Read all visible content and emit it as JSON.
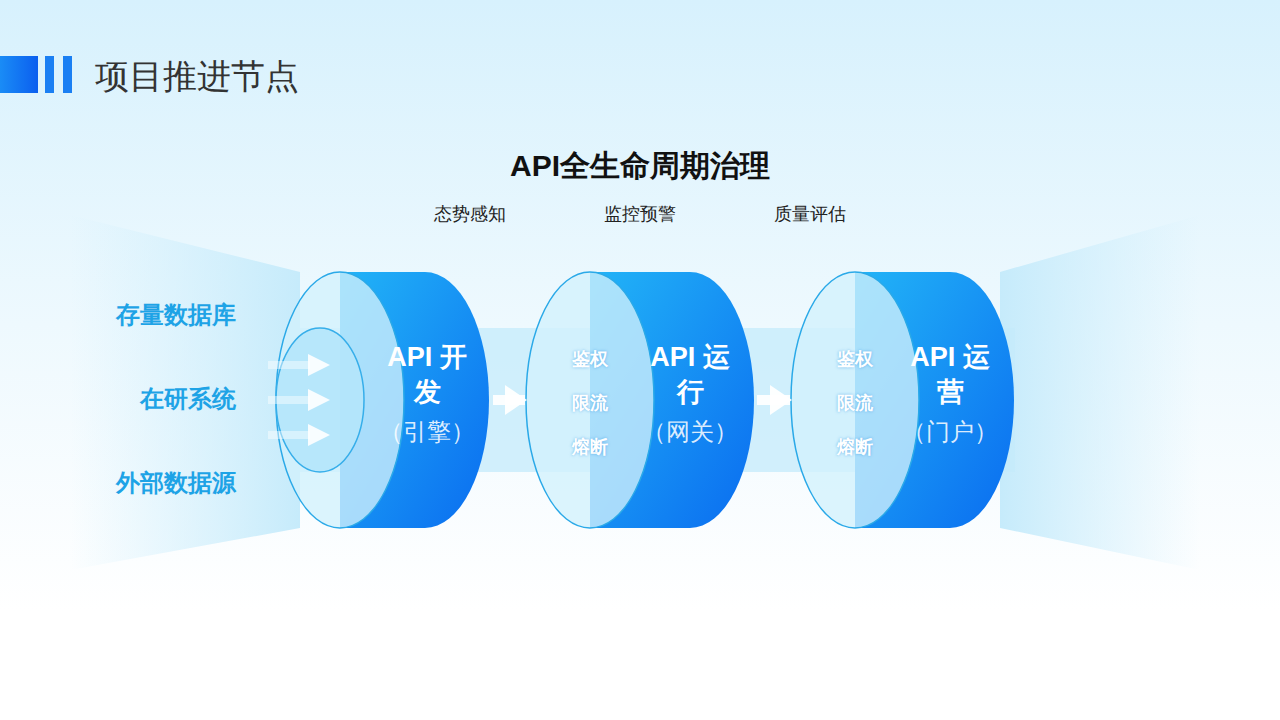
{
  "diagram": {
    "title": "项目推进节点",
    "nodes": [
      {
        "text": [
          "API 开发",
          "（引擎）"
        ]
      },
      {
        "text": [
          "鉴权",
          "限流",
          "熔断",
          "API 运行",
          "（网关）"
        ]
      },
      {
        "text": [
          "鉴权",
          "限流",
          "熔断",
          "API 运营",
          "（门户）"
        ]
      }
    ],
    "edges": [
      {
        "from": 0,
        "to": 1,
        "arrow": "to"
      },
      {
        "from": 1,
        "to": 2,
        "arrow": "to"
      }
    ],
    "labels": [
      "API全生命周期治理",
      "态势感知",
      "监控预警",
      "质量评估",
      "存量数据库",
      "在研系统",
      "外部数据源"
    ]
  }
}
